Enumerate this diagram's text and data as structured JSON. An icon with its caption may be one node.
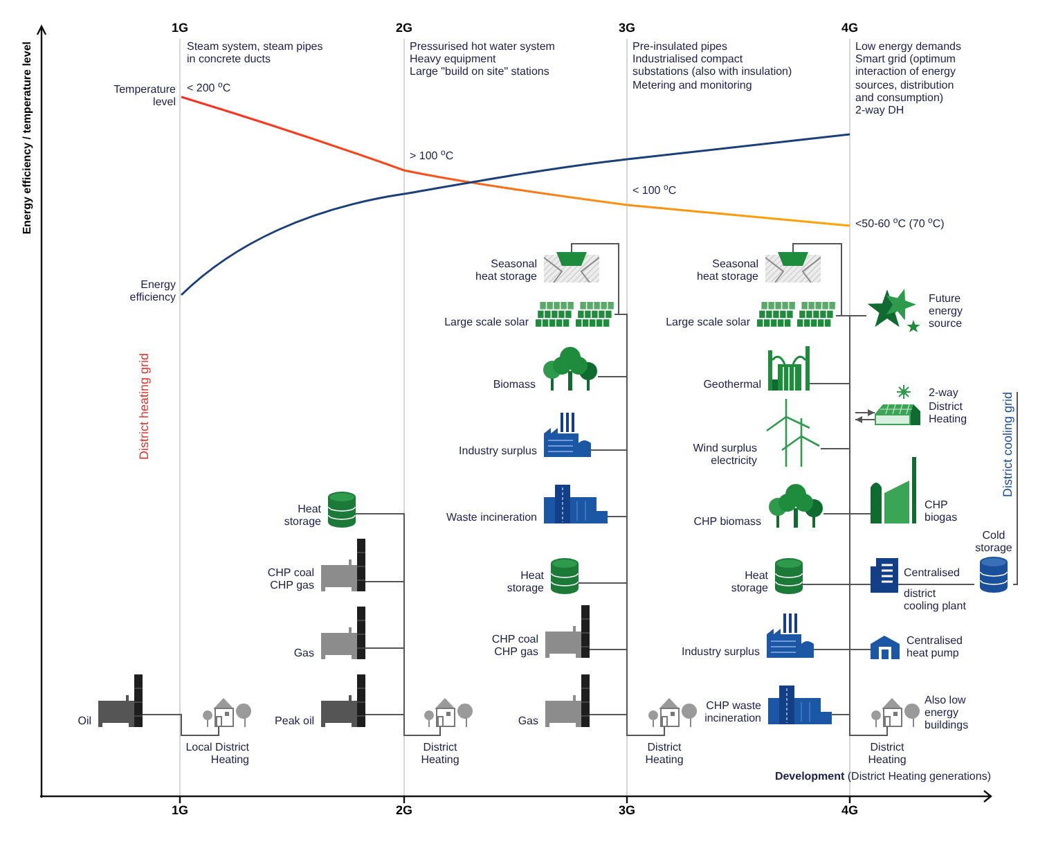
{
  "diagram": {
    "nodes": [
      {
        "text": [
          "Oil"
        ]
      },
      {
        "text": [],
        "shape": "picture",
        "beside": [
          "Local District Heating"
        ]
      },
      {
        "text": [
          "Heat storage"
        ]
      },
      {
        "text": [
          "CHP coal",
          "CHP gas"
        ]
      },
      {
        "text": [
          "Gas"
        ]
      },
      {
        "text": [
          "Peak oil"
        ]
      },
      {
        "text": [],
        "shape": "picture",
        "beside": [
          "District Heating"
        ]
      },
      {
        "text": [
          "Seasonal heat storage"
        ]
      },
      {
        "text": [
          "Large scale solar"
        ]
      },
      {
        "text": [
          "Biomass"
        ]
      },
      {
        "text": [
          "Industry surplus"
        ]
      },
      {
        "text": [
          "Waste incineration"
        ]
      },
      {
        "text": [
          "Heat storage"
        ]
      },
      {
        "text": [
          "CHP coal",
          "CHP gas"
        ]
      },
      {
        "text": [
          "Gas"
        ]
      },
      {
        "text": [],
        "shape": "picture",
        "beside": [
          "District Heating"
        ]
      },
      {
        "text": [
          "Seasonal heat storage"
        ]
      },
      {
        "text": [
          "Large scale solar"
        ]
      },
      {
        "text": [
          "Geothermal"
        ]
      },
      {
        "text": [
          "Wind surplus electricity"
        ]
      },
      {
        "text": [
          "CHP biomass"
        ]
      },
      {
        "text": [
          "Heat storage"
        ]
      },
      {
        "text": [
          "Industry surplus"
        ]
      },
      {
        "text": [
          "CHP waste incineration"
        ]
      },
      {
        "text": [
          "Future energy source"
        ]
      },
      {
        "text": [
          "2-way District Heating"
        ]
      },
      {
        "text": [
          "CHP biogas"
        ]
      },
      {
        "text": [],
        "shape": "picture",
        "beside": [
          "Centralised",
          "district cooling plant"
        ]
      },
      {
        "text": [
          "Cold storage"
        ]
      },
      {
        "text": [
          "Centralised heat pump"
        ]
      },
      {
        "text": [],
        "shape": "picture",
        "beside": [
          "District Heating",
          "Also low energy buildings"
        ]
      },
      {
        "text": [
          "District cooling grid"
        ]
      }
    ],
    "edges": [
      {
        "from": 0,
        "to": 1,
        "arrow": "none"
      },
      {
        "from": 2,
        "to": 6,
        "arrow": "none"
      },
      {
        "from": 3,
        "to": 6,
        "arrow": "none"
      },
      {
        "from": 4,
        "to": 6,
        "arrow": "none"
      },
      {
        "from": 5,
        "to": 6,
        "arrow": "none"
      },
      {
        "from": 7,
        "to": 15,
        "arrow": "none"
      },
      {
        "from": 8,
        "to": 15,
        "arrow": "none"
      },
      {
        "from": 9,
        "to": 15,
        "arrow": "none"
      },
      {
        "from": 10,
        "to": 15,
        "arrow": "none"
      },
      {
        "from": 11,
        "to": 15,
        "arrow": "none"
      },
      {
        "from": 12,
        "to": 15,
        "arrow": "none"
      },
      {
        "from": 13,
        "to": 15,
        "arrow": "none"
      },
      {
        "from": 14,
        "to": 15,
        "arrow": "none"
      },
      {
        "from": 16,
        "to": 30,
        "arrow": "none"
      },
      {
        "from": 17,
        "to": 30,
        "arrow": "none"
      },
      {
        "from": 18,
        "to": 30,
        "arrow": "none"
      },
      {
        "from": 19,
        "to": 30,
        "arrow": "none"
      },
      {
        "from": 20,
        "to": 30,
        "arrow": "none"
      },
      {
        "from": 21,
        "to": 30,
        "arrow": "none"
      },
      {
        "from": 22,
        "to": 30,
        "arrow": "none"
      },
      {
        "from": 23,
        "to": 30,
        "arrow": "none"
      },
      {
        "from": 24,
        "to": 30,
        "arrow": "none"
      },
      {
        "from": 26,
        "to": 30,
        "arrow": "none"
      },
      {
        "from": 27,
        "to": 30,
        "arrow": "none"
      },
      {
        "from": 29,
        "to": 30,
        "arrow": "none"
      },
      {
        "from": null,
        "to": 25,
        "arrow": "to"
      },
      {
        "from": 25,
        "to": null,
        "arrow": "to"
      },
      {
        "from": 27,
        "to": 28,
        "arrow": "none"
      },
      {
        "from": 28,
        "to": 31,
        "arrow": "none"
      }
    ],
    "labels": [
      "Energy efficiency / temperature level",
      "1G",
      "Steam system, steam pipes in concrete ducts",
      "2G",
      "Pressurised hot water system",
      "Heavy equipment",
      "Large \"build on site\" stations",
      "3G",
      "Pre-insulated pipes",
      "Industrialised compact substations (also with insulation)",
      "Metering and monitoring",
      "4G",
      "Low energy demands",
      "Smart grid (optimum interaction of energy sources, distribution and consumption)",
      "2-way DH",
      "Temperature level",
      "< 200 $^{o}$C",
      "> 100 $^{o}$C",
      "< 100 $^{o}$C",
      "<50-60 $^{o}$C (70 $^{o}$C)",
      "Energy efficiency",
      "District heating grid",
      "**Development** (District Heating generations)",
      "1G",
      "2G",
      "3G",
      "4G"
    ]
  }
}
